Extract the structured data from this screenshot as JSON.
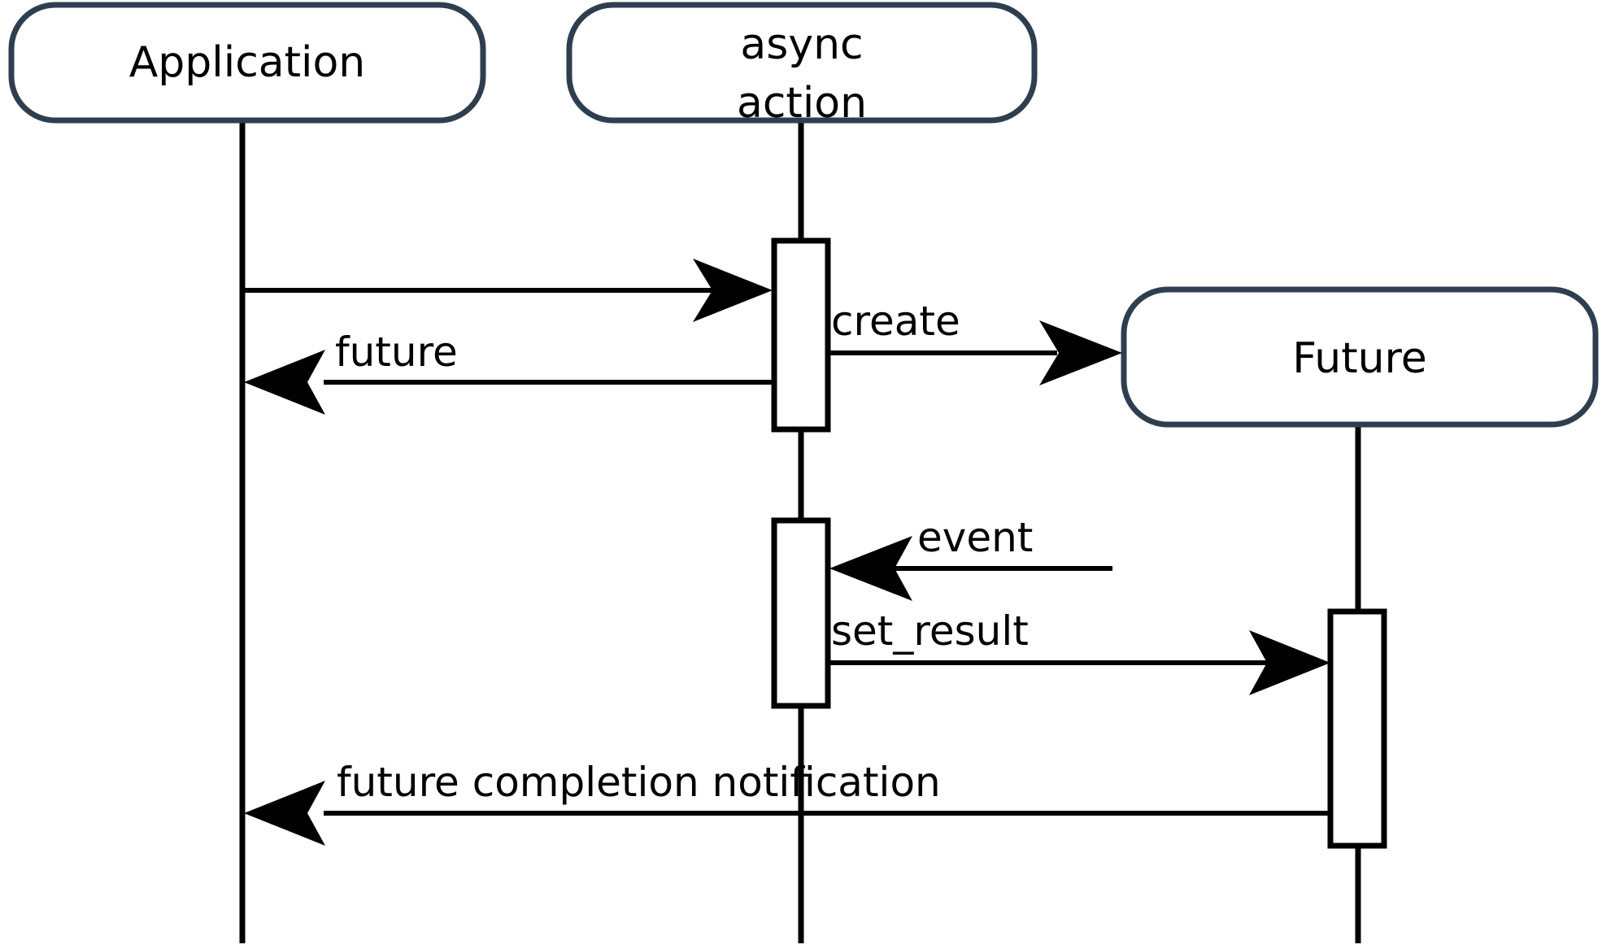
{
  "diagram": {
    "type": "sequence-diagram",
    "title": "",
    "background_color": "#ffffff",
    "participant_border_color": "#2f3e4f",
    "line_color": "#000000",
    "participants": [
      {
        "id": "application",
        "label": "Application",
        "label_lines": [
          "Application"
        ]
      },
      {
        "id": "async_action",
        "label": "async action",
        "label_lines": [
          "async",
          "action"
        ]
      },
      {
        "id": "future",
        "label": "Future",
        "label_lines": [
          "Future"
        ]
      }
    ],
    "messages": [
      {
        "id": "m1",
        "label": "",
        "from": "application",
        "to": "async_action",
        "direction": "right"
      },
      {
        "id": "m2",
        "label": "create",
        "from": "async_action",
        "to": "future",
        "direction": "right"
      },
      {
        "id": "m3",
        "label": "future",
        "from": "async_action",
        "to": "application",
        "direction": "left"
      },
      {
        "id": "m4",
        "label": "event",
        "from": "external",
        "to": "async_action",
        "direction": "left"
      },
      {
        "id": "m5",
        "label": "set_result",
        "from": "async_action",
        "to": "future",
        "direction": "right"
      },
      {
        "id": "m6",
        "label": "future completion notification",
        "from": "future",
        "to": "application",
        "direction": "left"
      }
    ]
  }
}
